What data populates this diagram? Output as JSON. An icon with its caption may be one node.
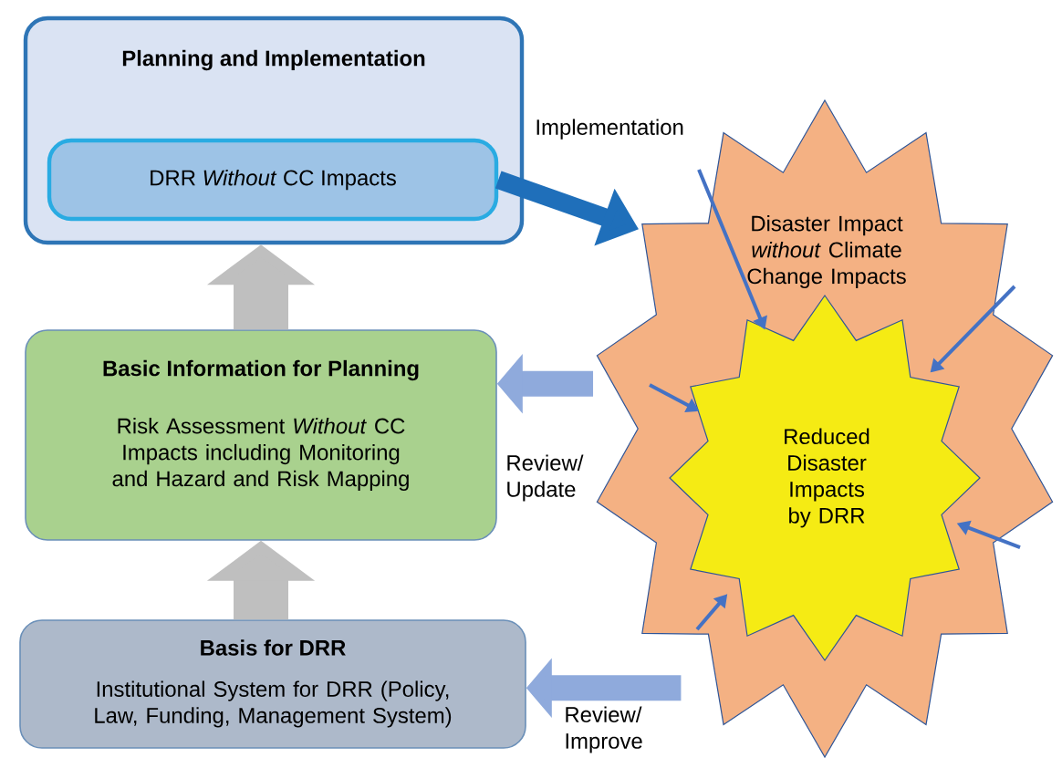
{
  "diagram": {
    "nodes": [
      {
        "text": [
          "Planning and Implementation"
        ]
      },
      {
        "text": [
          "DRR *Without* CC Impacts"
        ],
        "in": 0
      },
      {
        "text": [
          "Basic Information for Planning",
          "Risk Assessment *Without* CC Impacts including Monitoring and Hazard and Risk Mapping"
        ]
      },
      {
        "text": [
          "Basis for DRR",
          "Institutional System for DRR (Policy, Law, Funding, Management System)"
        ]
      },
      {
        "text": [
          "Disaster Impact *without* Climate Change Impacts"
        ]
      },
      {
        "text": [
          "Reduced Disaster Impacts by DRR"
        ],
        "in": 4
      }
    ],
    "edges": [
      {
        "from": 1,
        "to": 4,
        "arrow": "to",
        "label": "Implementation",
        "style": "thick",
        "color": "#1f6fba"
      },
      {
        "from": 2,
        "to": 0,
        "arrow": "to",
        "style": "thick",
        "color": "#bfbfbf"
      },
      {
        "from": 3,
        "to": 2,
        "arrow": "to",
        "style": "thick",
        "color": "#bfbfbf"
      },
      {
        "from": 4,
        "to": 2,
        "arrow": "to",
        "label": "Review/ Update",
        "style": "thick",
        "color": "#8faadc"
      },
      {
        "from": 4,
        "to": 3,
        "arrow": "to",
        "label": "Review/ Improve",
        "style": "thick",
        "color": "#8faadc"
      },
      {
        "from": null,
        "to": 5,
        "arrow": "to"
      },
      {
        "from": null,
        "to": 5,
        "arrow": "to"
      },
      {
        "from": null,
        "to": 5,
        "arrow": "to"
      },
      {
        "from": null,
        "to": 5,
        "arrow": "to"
      },
      {
        "from": null,
        "to": 5,
        "arrow": "to"
      }
    ]
  }
}
